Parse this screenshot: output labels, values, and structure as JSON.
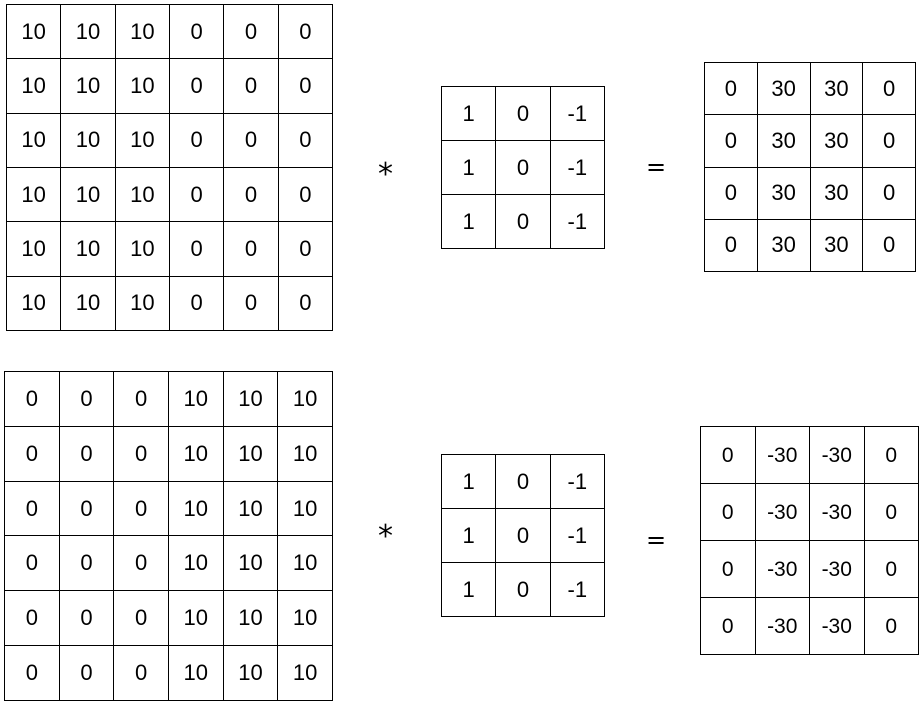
{
  "examples": [
    {
      "input": [
        [
          "10",
          "10",
          "10",
          "0",
          "0",
          "0"
        ],
        [
          "10",
          "10",
          "10",
          "0",
          "0",
          "0"
        ],
        [
          "10",
          "10",
          "10",
          "0",
          "0",
          "0"
        ],
        [
          "10",
          "10",
          "10",
          "0",
          "0",
          "0"
        ],
        [
          "10",
          "10",
          "10",
          "0",
          "0",
          "0"
        ],
        [
          "10",
          "10",
          "10",
          "0",
          "0",
          "0"
        ]
      ],
      "operator": "*",
      "kernel": [
        [
          "1",
          "0",
          "-1"
        ],
        [
          "1",
          "0",
          "-1"
        ],
        [
          "1",
          "0",
          "-1"
        ]
      ],
      "equals": "=",
      "output": [
        [
          "0",
          "30",
          "30",
          "0"
        ],
        [
          "0",
          "30",
          "30",
          "0"
        ],
        [
          "0",
          "30",
          "30",
          "0"
        ],
        [
          "0",
          "30",
          "30",
          "0"
        ]
      ]
    },
    {
      "input": [
        [
          "0",
          "0",
          "0",
          "10",
          "10",
          "10"
        ],
        [
          "0",
          "0",
          "0",
          "10",
          "10",
          "10"
        ],
        [
          "0",
          "0",
          "0",
          "10",
          "10",
          "10"
        ],
        [
          "0",
          "0",
          "0",
          "10",
          "10",
          "10"
        ],
        [
          "0",
          "0",
          "0",
          "10",
          "10",
          "10"
        ],
        [
          "0",
          "0",
          "0",
          "10",
          "10",
          "10"
        ]
      ],
      "operator": "*",
      "kernel": [
        [
          "1",
          "0",
          "-1"
        ],
        [
          "1",
          "0",
          "-1"
        ],
        [
          "1",
          "0",
          "-1"
        ]
      ],
      "equals": "=",
      "output": [
        [
          "0",
          "-30",
          "-30",
          "0"
        ],
        [
          "0",
          "-30",
          "-30",
          "0"
        ],
        [
          "0",
          "-30",
          "-30",
          "0"
        ],
        [
          "0",
          "-30",
          "-30",
          "0"
        ]
      ]
    }
  ]
}
